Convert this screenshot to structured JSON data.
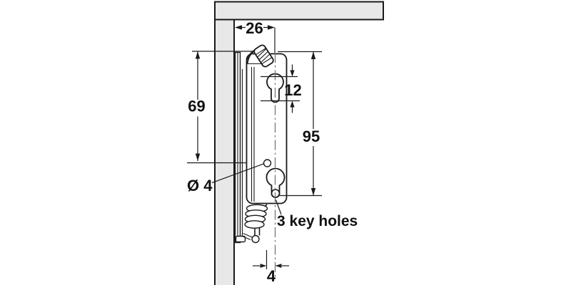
{
  "drawing": {
    "dimensions": {
      "wall_to_center": "26",
      "slot_length": "12",
      "top_to_hole": "69",
      "fitting_height": "95",
      "hole_diameter": "Ø 4",
      "center_offset": "4"
    },
    "labels": {
      "key_holes": "3 key holes"
    },
    "colors": {
      "panel_fill": "#e8e8e8",
      "outline": "#1a1a1a",
      "centerline": "#6f6f6f"
    }
  }
}
